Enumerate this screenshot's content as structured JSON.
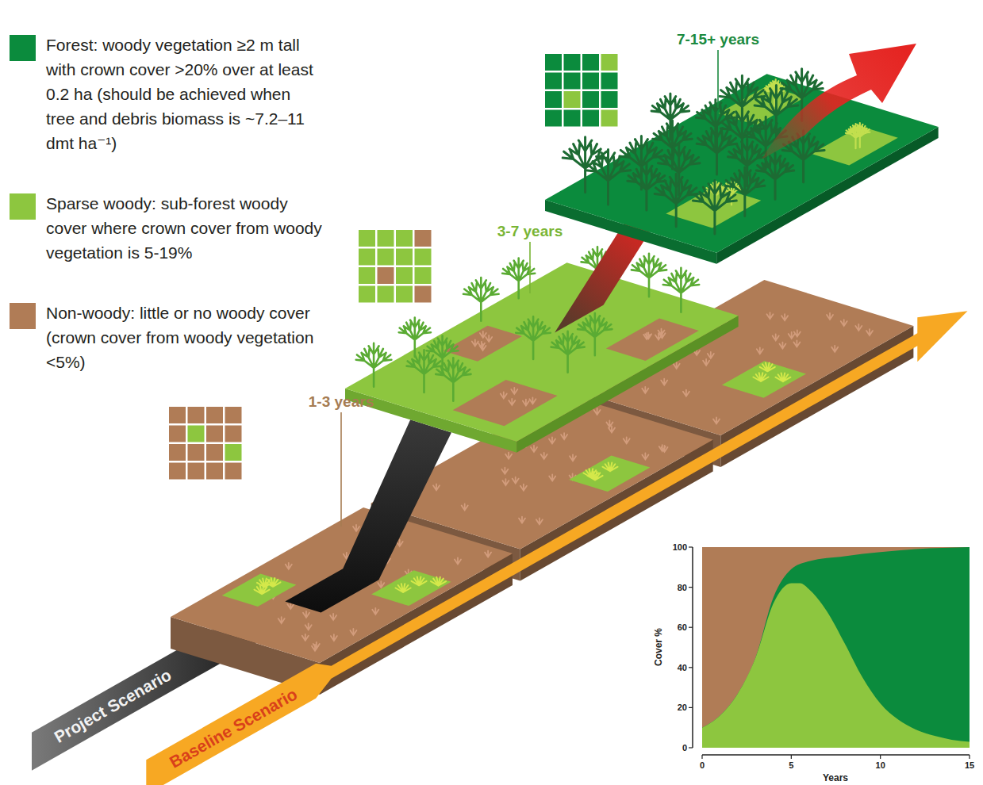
{
  "diagram": {
    "labels": [
      "1-3 years",
      "3-7 years",
      "7-15+ years",
      "Project Scenario",
      "Baseline Scenario",
      "Cover %",
      "Years",
      "0",
      "20",
      "40",
      "60",
      "80",
      "100",
      "0",
      "5",
      "10",
      "15"
    ],
    "legend": [
      {
        "text": "Forest: woody vegetation ≥2 m tall with crown cover >20% over at least 0.2 ha (should be achieved when tree and debris biomass is ~7.2–11 dmt ha⁻¹)",
        "color": "#0b8b3d"
      },
      {
        "text": "Sparse woody: sub-forest woody cover where crown cover from woody vegetation is 5-19%",
        "color": "#8dc63f"
      },
      {
        "text": "Non-woody: little or no woody cover (crown cover from woody vegetation <5%)",
        "color": "#b07c56"
      }
    ]
  }
}
